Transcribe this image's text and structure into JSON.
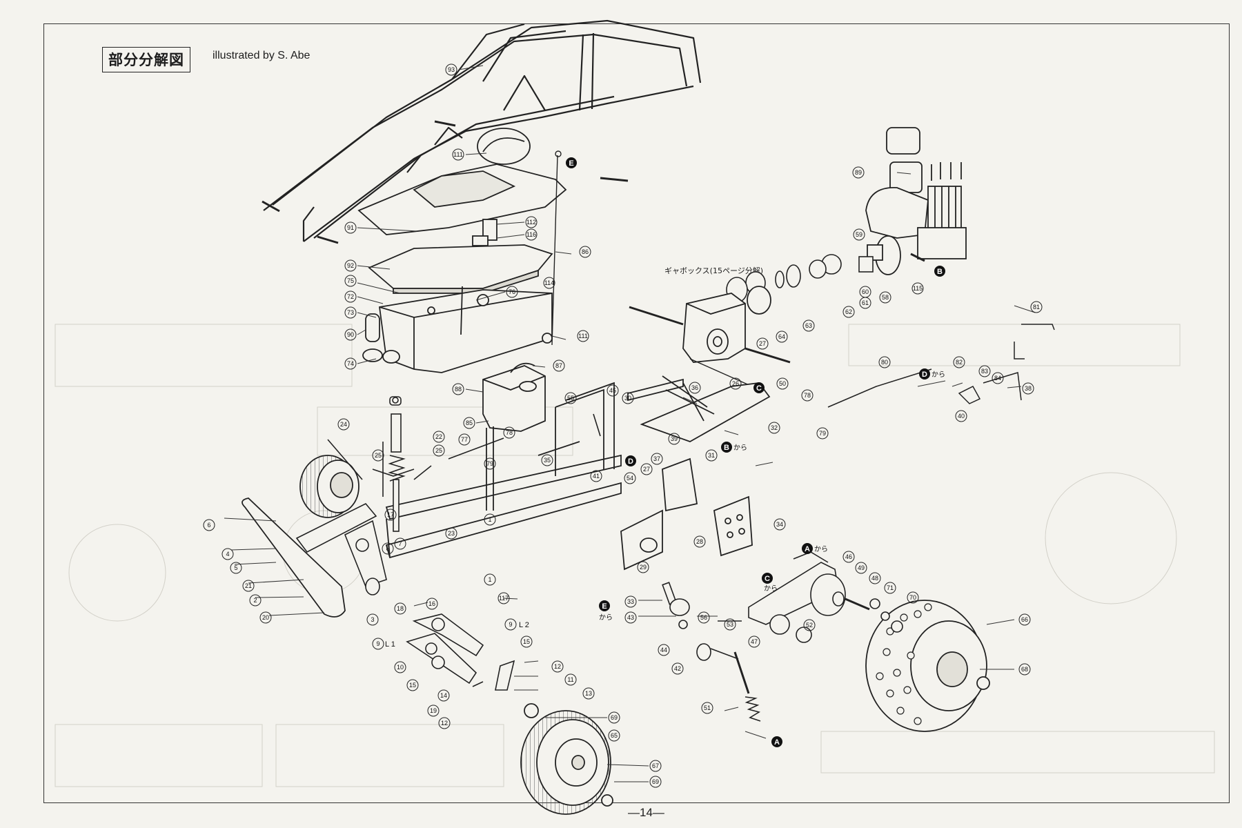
{
  "header": {
    "title": "部分分解図",
    "credit": "illustrated by S. Abe"
  },
  "notes": {
    "gearbox": "ギャボックス(15ページ分解)"
  },
  "footer": {
    "page_number": "—14—"
  },
  "connectors": {
    "A": "A",
    "B": "B",
    "C": "C",
    "D": "D",
    "E": "E",
    "kara": "から"
  },
  "callouts": {
    "c93": "93",
    "c111a": "111",
    "c112": "112",
    "c116": "116",
    "c114": "114",
    "c111b": "111",
    "c91": "91",
    "c92": "92",
    "c75": "75",
    "c72": "72",
    "c73": "73",
    "c90": "90",
    "c74": "74",
    "c76": "76",
    "c86": "86",
    "c87": "87",
    "c88": "88",
    "c85": "85",
    "c89": "89",
    "c59": "59",
    "c58": "58",
    "c60": "60",
    "c61": "61",
    "c62": "62",
    "c63": "63",
    "c64": "64",
    "c115": "115",
    "c27": "27",
    "c26": "26",
    "c50": "50",
    "c81": "81",
    "c80": "80",
    "c82": "82",
    "c83": "83",
    "c84": "84",
    "c38": "38",
    "c40": "40",
    "c78": "78",
    "c79": "79",
    "c45": "45",
    "c55": "55",
    "c30": "30",
    "c36": "36",
    "c24": "24",
    "c25a": "25",
    "c22": "22",
    "c25b": "25",
    "c77": "77",
    "c78b": "78",
    "c79b": "79",
    "c35": "35",
    "c41": "41",
    "c39": "39",
    "c37": "37",
    "c31": "31",
    "c32": "32",
    "c27b": "27",
    "c54": "54",
    "c28": "28",
    "c34": "34",
    "c29": "29",
    "c6": "6",
    "c17": "17",
    "c4": "4",
    "c5": "5",
    "c21": "21",
    "c2": "2",
    "c20": "20",
    "c7": "7",
    "c8": "8",
    "c3": "3",
    "c18": "18",
    "c16": "16",
    "c23": "23",
    "c1a": "1",
    "c1b": "1",
    "c117": "117",
    "c33": "33",
    "c43": "43",
    "c56": "56",
    "c53": "53",
    "c44": "44",
    "c42": "42",
    "c51": "51",
    "c47": "47",
    "c52": "52",
    "c46": "46",
    "c49": "49",
    "c48": "48",
    "c71": "71",
    "c70": "70",
    "c66": "66",
    "c68": "68",
    "c9a": "9",
    "c9b": "9",
    "c15a": "15",
    "c10": "10",
    "c12a": "12",
    "c11": "11",
    "c15b": "15",
    "c14": "14",
    "c13": "13",
    "c19": "19",
    "c12b": "12",
    "c69a": "69",
    "c65": "65",
    "c67": "67",
    "c69b": "69"
  },
  "suffixes": {
    "L2": "L 2",
    "L1": "L 1"
  }
}
